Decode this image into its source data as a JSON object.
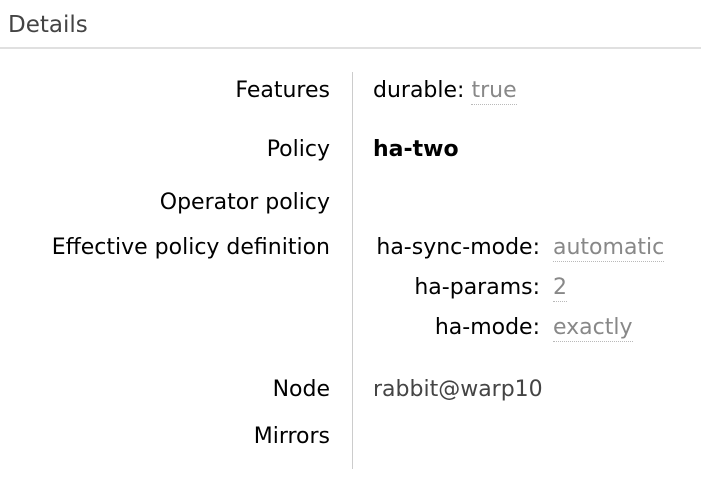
{
  "section": {
    "title": "Details"
  },
  "facts": {
    "features": {
      "label": "Features",
      "entries": [
        {
          "key": "durable:",
          "value": "true"
        }
      ]
    },
    "policy": {
      "label": "Policy",
      "value": "ha-two"
    },
    "operator_policy": {
      "label": "Operator policy",
      "value": ""
    },
    "effective_policy_definition": {
      "label": "Effective policy definition",
      "entries": [
        {
          "key": "ha-sync-mode:",
          "value": "automatic"
        },
        {
          "key": "ha-params:",
          "value": "2"
        },
        {
          "key": "ha-mode:",
          "value": "exactly"
        }
      ]
    },
    "node": {
      "label": "Node",
      "value": "rabbit@warp10"
    },
    "mirrors": {
      "label": "Mirrors",
      "value": ""
    }
  },
  "colors": {
    "heading": "#444444",
    "separator": "#cccccc",
    "muted_value": "#888888",
    "body_text": "#000000"
  }
}
